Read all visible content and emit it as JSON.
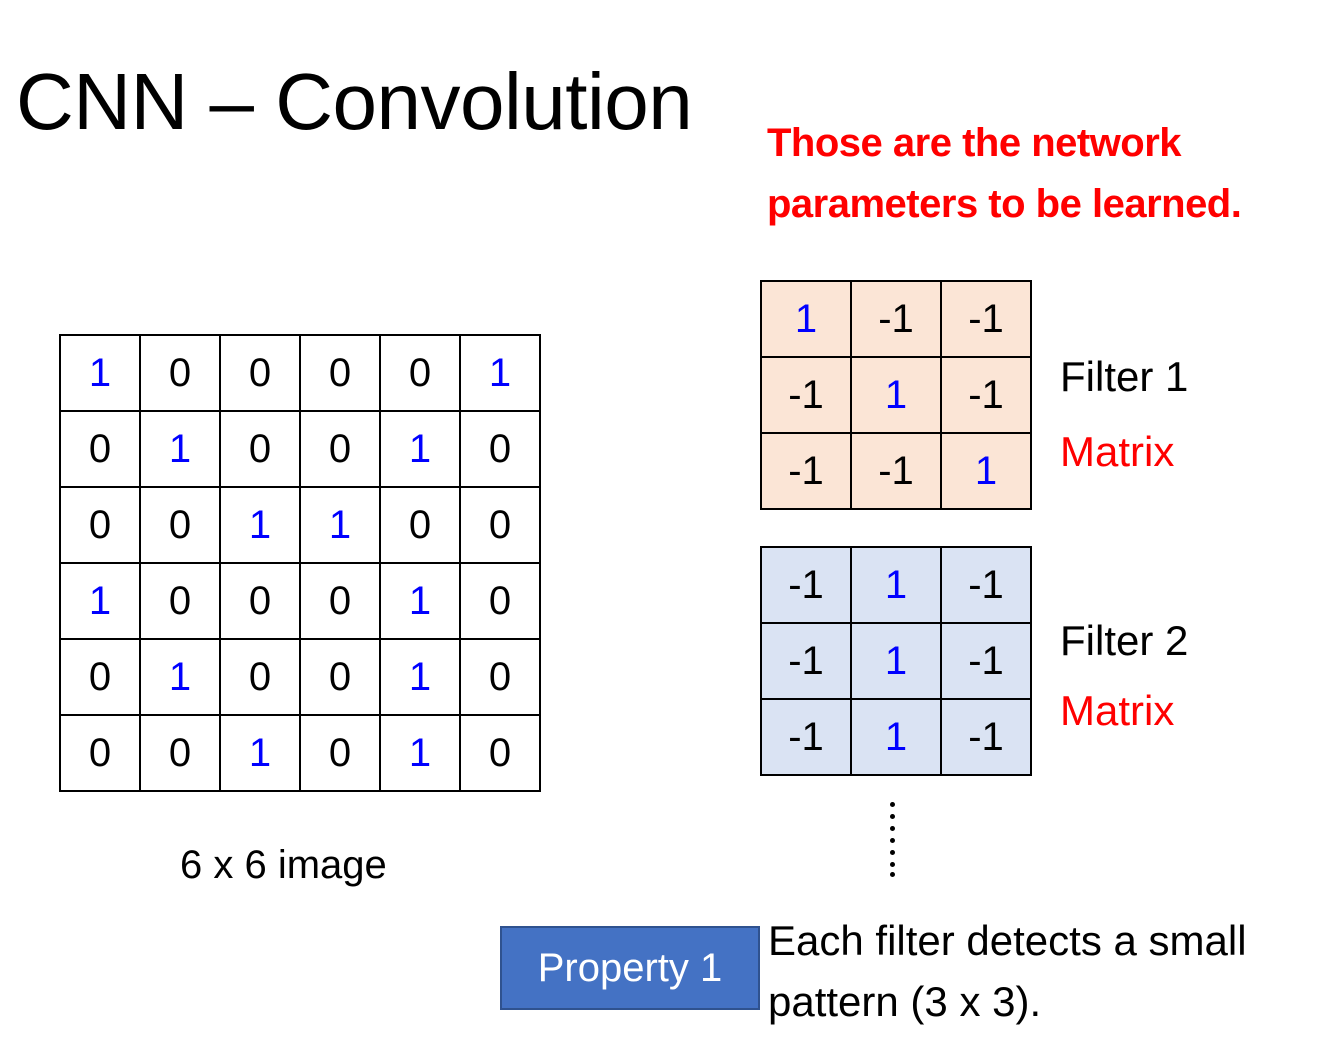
{
  "title": "CNN – Convolution",
  "note": {
    "line1": "Those are the network",
    "line2": "parameters to be learned."
  },
  "image": {
    "caption": "6 x 6 image",
    "rows": [
      [
        "1",
        "0",
        "0",
        "0",
        "0",
        "1"
      ],
      [
        "0",
        "1",
        "0",
        "0",
        "1",
        "0"
      ],
      [
        "0",
        "0",
        "1",
        "1",
        "0",
        "0"
      ],
      [
        "1",
        "0",
        "0",
        "0",
        "1",
        "0"
      ],
      [
        "0",
        "1",
        "0",
        "0",
        "1",
        "0"
      ],
      [
        "0",
        "0",
        "1",
        "0",
        "1",
        "0"
      ]
    ]
  },
  "filters": [
    {
      "name": "Filter 1",
      "type": "Matrix",
      "rows": [
        [
          "1",
          "-1",
          "-1"
        ],
        [
          "-1",
          "1",
          "-1"
        ],
        [
          "-1",
          "-1",
          "1"
        ]
      ],
      "fill": "#fbe5d6"
    },
    {
      "name": "Filter 2",
      "type": "Matrix",
      "rows": [
        [
          "-1",
          "1",
          "-1"
        ],
        [
          "-1",
          "1",
          "-1"
        ],
        [
          "-1",
          "1",
          "-1"
        ]
      ],
      "fill": "#dae3f3"
    }
  ],
  "property": {
    "label": "Property 1",
    "desc_line1": "Each filter detects a small",
    "desc_line2": "pattern (3 x 3)."
  },
  "colors": {
    "one_value": "#0000ff",
    "zero_value": "#000000",
    "emphasis": "#ff0000",
    "property_box": "#4472c4"
  }
}
